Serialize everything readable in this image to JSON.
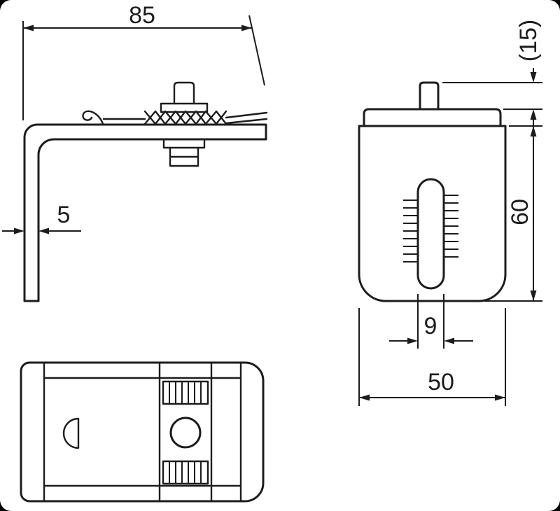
{
  "drawing": {
    "colors": {
      "ink": "#1c1c1c",
      "paper": "#ffffff"
    },
    "dims": {
      "overall_width": "85",
      "leg_thickness": "5",
      "stub_height_ref": "(15)",
      "body_height": "60",
      "slot_width": "9",
      "body_width": "50"
    }
  }
}
